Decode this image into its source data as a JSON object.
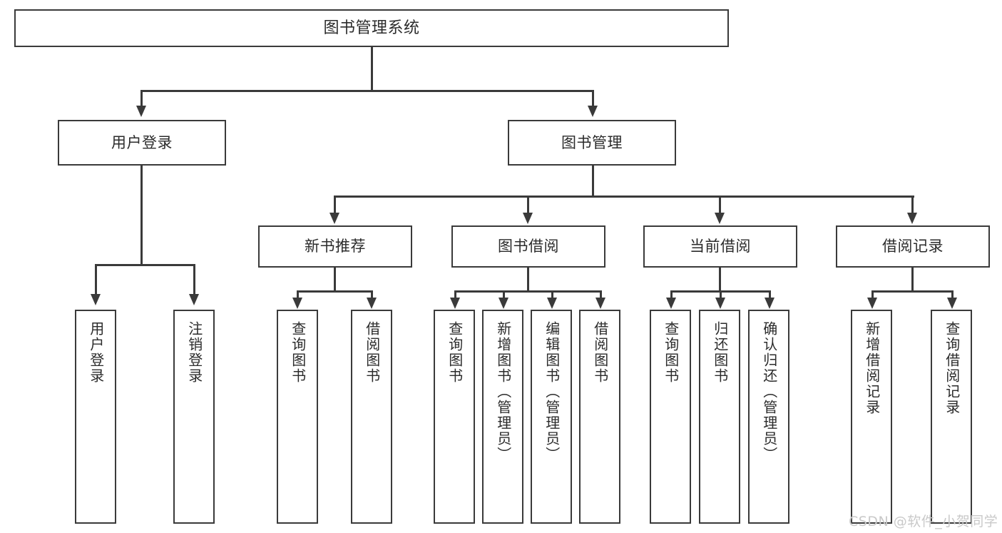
{
  "diagram": {
    "title": "图书管理系统",
    "root": {
      "label": "图书管理系统"
    },
    "level1": [
      {
        "label": "用户登录"
      },
      {
        "label": "图书管理"
      }
    ],
    "level2": [
      {
        "label": "新书推荐"
      },
      {
        "label": "图书借阅"
      },
      {
        "label": "当前借阅"
      },
      {
        "label": "借阅记录"
      }
    ],
    "leaves": {
      "user_login": [
        {
          "label": "用户登录"
        },
        {
          "label": "注销登录"
        }
      ],
      "new_book_recommend": [
        {
          "label": "查询图书"
        },
        {
          "label": "借阅图书"
        }
      ],
      "book_borrow": [
        {
          "label": "查询图书"
        },
        {
          "label": "新增图书（管理员）"
        },
        {
          "label": "编辑图书（管理员）"
        },
        {
          "label": "借阅图书"
        }
      ],
      "current_borrow": [
        {
          "label": "查询图书"
        },
        {
          "label": "归还图书"
        },
        {
          "label": "确认归还（管理员）"
        }
      ],
      "borrow_record": [
        {
          "label": "新增借阅记录"
        },
        {
          "label": "查询借阅记录"
        }
      ]
    }
  },
  "watermark": {
    "text": "CSDN @软件_小贺同学"
  },
  "colors": {
    "stroke": "#3a3a3a",
    "text": "#2b2b2b",
    "background": "#ffffff",
    "watermark": "#c9c9c9"
  }
}
